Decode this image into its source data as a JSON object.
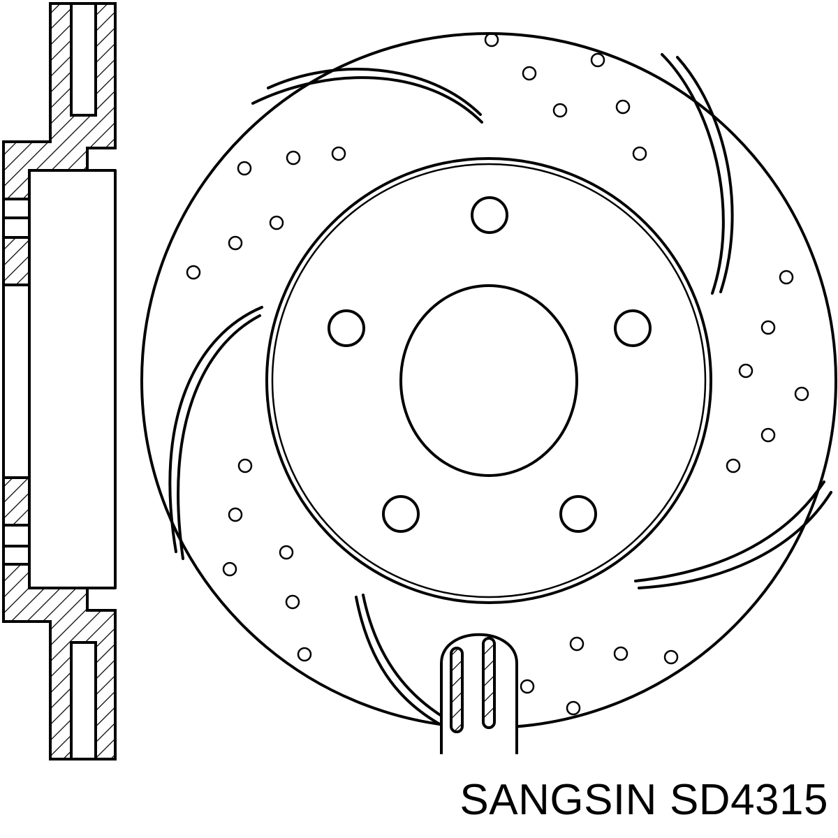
{
  "caption": {
    "brand": "SANGSIN",
    "part_number": "SD4315"
  },
  "drawing": {
    "views": [
      "side-section",
      "front-view"
    ],
    "front_features": {
      "bolt_holes": 5,
      "curved_slots": 5,
      "drill_hole_groups": 5
    },
    "line_color": "#000000",
    "background_color": "#ffffff"
  }
}
